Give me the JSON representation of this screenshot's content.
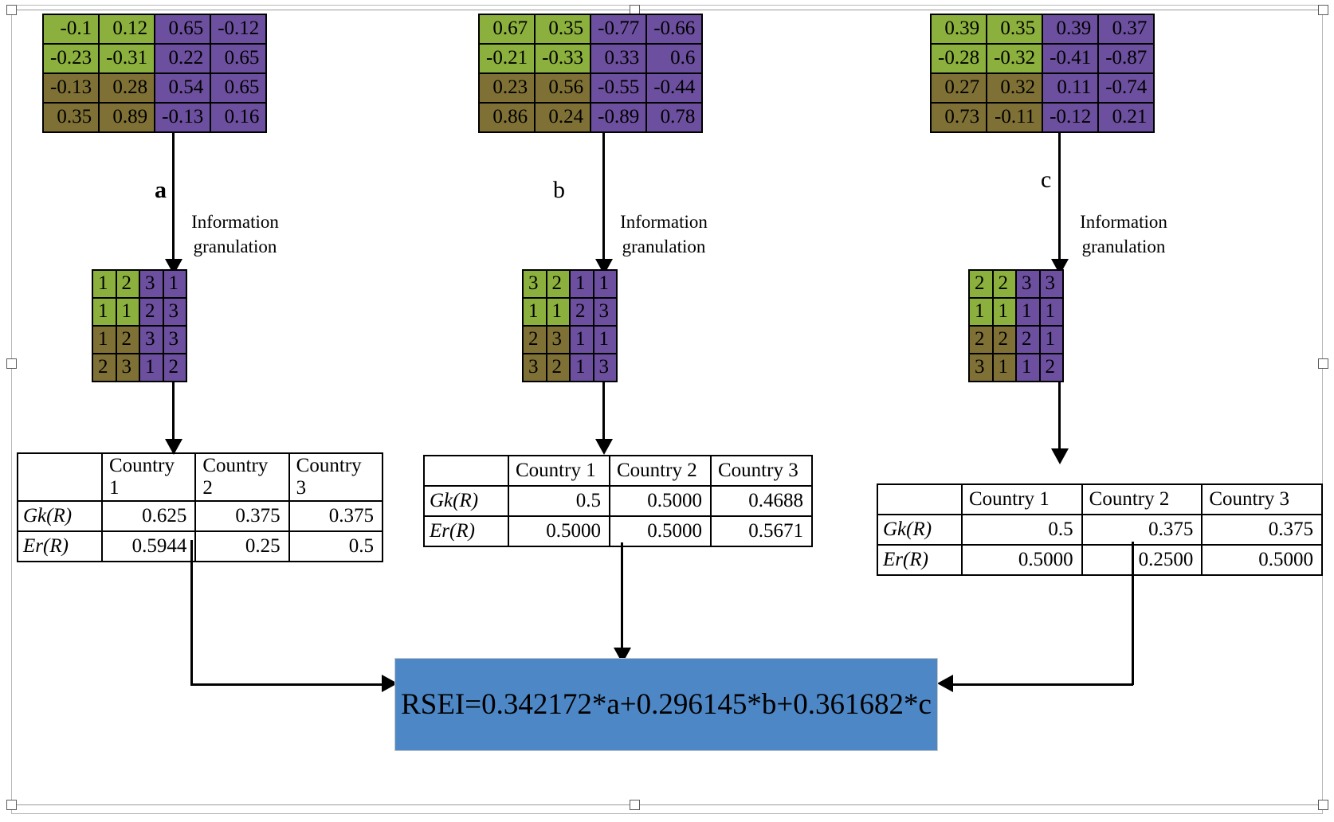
{
  "diagram": {
    "title": "RSEI information granulation workflow",
    "colors": {
      "green": "#8cb03d",
      "olive": "#7f7135",
      "purple": "#6c4f9e",
      "result_box": "#4d87c6",
      "arrow": "#000000"
    },
    "information_granulation_label": "Information\ngranulation",
    "ig_line1": "Information",
    "ig_line2": "granulation",
    "panels": [
      {
        "letter": "a",
        "source_matrix": {
          "rows": [
            [
              {
                "v": "-0.1",
                "c": "green"
              },
              {
                "v": "0.12",
                "c": "green"
              },
              {
                "v": "0.65",
                "c": "purple"
              },
              {
                "v": "-0.12",
                "c": "purple"
              }
            ],
            [
              {
                "v": "-0.23",
                "c": "green"
              },
              {
                "v": "-0.31",
                "c": "green"
              },
              {
                "v": "0.22",
                "c": "purple"
              },
              {
                "v": "0.65",
                "c": "purple"
              }
            ],
            [
              {
                "v": "-0.13",
                "c": "olive"
              },
              {
                "v": "0.28",
                "c": "olive"
              },
              {
                "v": "0.54",
                "c": "purple"
              },
              {
                "v": "0.65",
                "c": "purple"
              }
            ],
            [
              {
                "v": "0.35",
                "c": "olive"
              },
              {
                "v": "0.89",
                "c": "olive"
              },
              {
                "v": "-0.13",
                "c": "purple"
              },
              {
                "v": "0.16",
                "c": "purple"
              }
            ]
          ]
        },
        "granulated_matrix": {
          "rows": [
            [
              {
                "v": "1",
                "c": "green"
              },
              {
                "v": "2",
                "c": "green"
              },
              {
                "v": "3",
                "c": "purple"
              },
              {
                "v": "1",
                "c": "purple"
              }
            ],
            [
              {
                "v": "1",
                "c": "green"
              },
              {
                "v": "1",
                "c": "green"
              },
              {
                "v": "2",
                "c": "purple"
              },
              {
                "v": "3",
                "c": "purple"
              }
            ],
            [
              {
                "v": "1",
                "c": "olive"
              },
              {
                "v": "2",
                "c": "olive"
              },
              {
                "v": "3",
                "c": "purple"
              },
              {
                "v": "3",
                "c": "purple"
              }
            ],
            [
              {
                "v": "2",
                "c": "olive"
              },
              {
                "v": "3",
                "c": "olive"
              },
              {
                "v": "1",
                "c": "purple"
              },
              {
                "v": "2",
                "c": "purple"
              }
            ]
          ]
        },
        "result_table": {
          "corner": "",
          "headers": [
            "Country 1",
            "Country 2",
            "Country 3"
          ],
          "rows": [
            {
              "label": "Gk(R)",
              "values": [
                "0.625",
                "0.375",
                "0.375"
              ]
            },
            {
              "label": "Er(R)",
              "values": [
                "0.5944",
                "0.25",
                "0.5"
              ]
            }
          ]
        }
      },
      {
        "letter": "b",
        "source_matrix": {
          "rows": [
            [
              {
                "v": "0.67",
                "c": "green"
              },
              {
                "v": "0.35",
                "c": "green"
              },
              {
                "v": "-0.77",
                "c": "purple"
              },
              {
                "v": "-0.66",
                "c": "purple"
              }
            ],
            [
              {
                "v": "-0.21",
                "c": "green"
              },
              {
                "v": "-0.33",
                "c": "green"
              },
              {
                "v": "0.33",
                "c": "purple"
              },
              {
                "v": "0.6",
                "c": "purple"
              }
            ],
            [
              {
                "v": "0.23",
                "c": "olive"
              },
              {
                "v": "0.56",
                "c": "olive"
              },
              {
                "v": "-0.55",
                "c": "purple"
              },
              {
                "v": "-0.44",
                "c": "purple"
              }
            ],
            [
              {
                "v": "0.86",
                "c": "olive"
              },
              {
                "v": "0.24",
                "c": "olive"
              },
              {
                "v": "-0.89",
                "c": "purple"
              },
              {
                "v": "0.78",
                "c": "purple"
              }
            ]
          ]
        },
        "granulated_matrix": {
          "rows": [
            [
              {
                "v": "3",
                "c": "green"
              },
              {
                "v": "2",
                "c": "green"
              },
              {
                "v": "1",
                "c": "purple"
              },
              {
                "v": "1",
                "c": "purple"
              }
            ],
            [
              {
                "v": "1",
                "c": "green"
              },
              {
                "v": "1",
                "c": "green"
              },
              {
                "v": "2",
                "c": "purple"
              },
              {
                "v": "3",
                "c": "purple"
              }
            ],
            [
              {
                "v": "2",
                "c": "olive"
              },
              {
                "v": "3",
                "c": "olive"
              },
              {
                "v": "1",
                "c": "purple"
              },
              {
                "v": "1",
                "c": "purple"
              }
            ],
            [
              {
                "v": "3",
                "c": "olive"
              },
              {
                "v": "2",
                "c": "olive"
              },
              {
                "v": "1",
                "c": "purple"
              },
              {
                "v": "3",
                "c": "purple"
              }
            ]
          ]
        },
        "result_table": {
          "corner": "",
          "headers": [
            "Country 1",
            "Country 2",
            "Country 3"
          ],
          "rows": [
            {
              "label": "Gk(R)",
              "values": [
                "0.5",
                "0.5000",
                "0.4688"
              ]
            },
            {
              "label": "Er(R)",
              "values": [
                "0.5000",
                "0.5000",
                "0.5671"
              ]
            }
          ]
        }
      },
      {
        "letter": "c",
        "source_matrix": {
          "rows": [
            [
              {
                "v": "0.39",
                "c": "green"
              },
              {
                "v": "0.35",
                "c": "green"
              },
              {
                "v": "0.39",
                "c": "purple"
              },
              {
                "v": "0.37",
                "c": "purple"
              }
            ],
            [
              {
                "v": "-0.28",
                "c": "green"
              },
              {
                "v": "-0.32",
                "c": "green"
              },
              {
                "v": "-0.41",
                "c": "purple"
              },
              {
                "v": "-0.87",
                "c": "purple"
              }
            ],
            [
              {
                "v": "0.27",
                "c": "olive"
              },
              {
                "v": "0.32",
                "c": "olive"
              },
              {
                "v": "0.11",
                "c": "purple"
              },
              {
                "v": "-0.74",
                "c": "purple"
              }
            ],
            [
              {
                "v": "0.73",
                "c": "olive"
              },
              {
                "v": "-0.11",
                "c": "olive"
              },
              {
                "v": "-0.12",
                "c": "purple"
              },
              {
                "v": "0.21",
                "c": "purple"
              }
            ]
          ]
        },
        "granulated_matrix": {
          "rows": [
            [
              {
                "v": "2",
                "c": "green"
              },
              {
                "v": "2",
                "c": "green"
              },
              {
                "v": "3",
                "c": "purple"
              },
              {
                "v": "3",
                "c": "purple"
              }
            ],
            [
              {
                "v": "1",
                "c": "green"
              },
              {
                "v": "1",
                "c": "green"
              },
              {
                "v": "1",
                "c": "purple"
              },
              {
                "v": "1",
                "c": "purple"
              }
            ],
            [
              {
                "v": "2",
                "c": "olive"
              },
              {
                "v": "2",
                "c": "olive"
              },
              {
                "v": "2",
                "c": "purple"
              },
              {
                "v": "1",
                "c": "purple"
              }
            ],
            [
              {
                "v": "3",
                "c": "olive"
              },
              {
                "v": "1",
                "c": "olive"
              },
              {
                "v": "1",
                "c": "purple"
              },
              {
                "v": "2",
                "c": "purple"
              }
            ]
          ]
        },
        "result_table": {
          "corner": "",
          "headers": [
            "Country 1",
            "Country 2",
            "Country 3"
          ],
          "rows": [
            {
              "label": "Gk(R)",
              "values": [
                "0.5",
                "0.375",
                "0.375"
              ]
            },
            {
              "label": "Er(R)",
              "values": [
                "0.5000",
                "0.2500",
                "0.5000"
              ]
            }
          ]
        }
      }
    ],
    "result_box": {
      "formula": "RSEI=0.342172*a+0.296145*b+0.361682*c"
    }
  }
}
